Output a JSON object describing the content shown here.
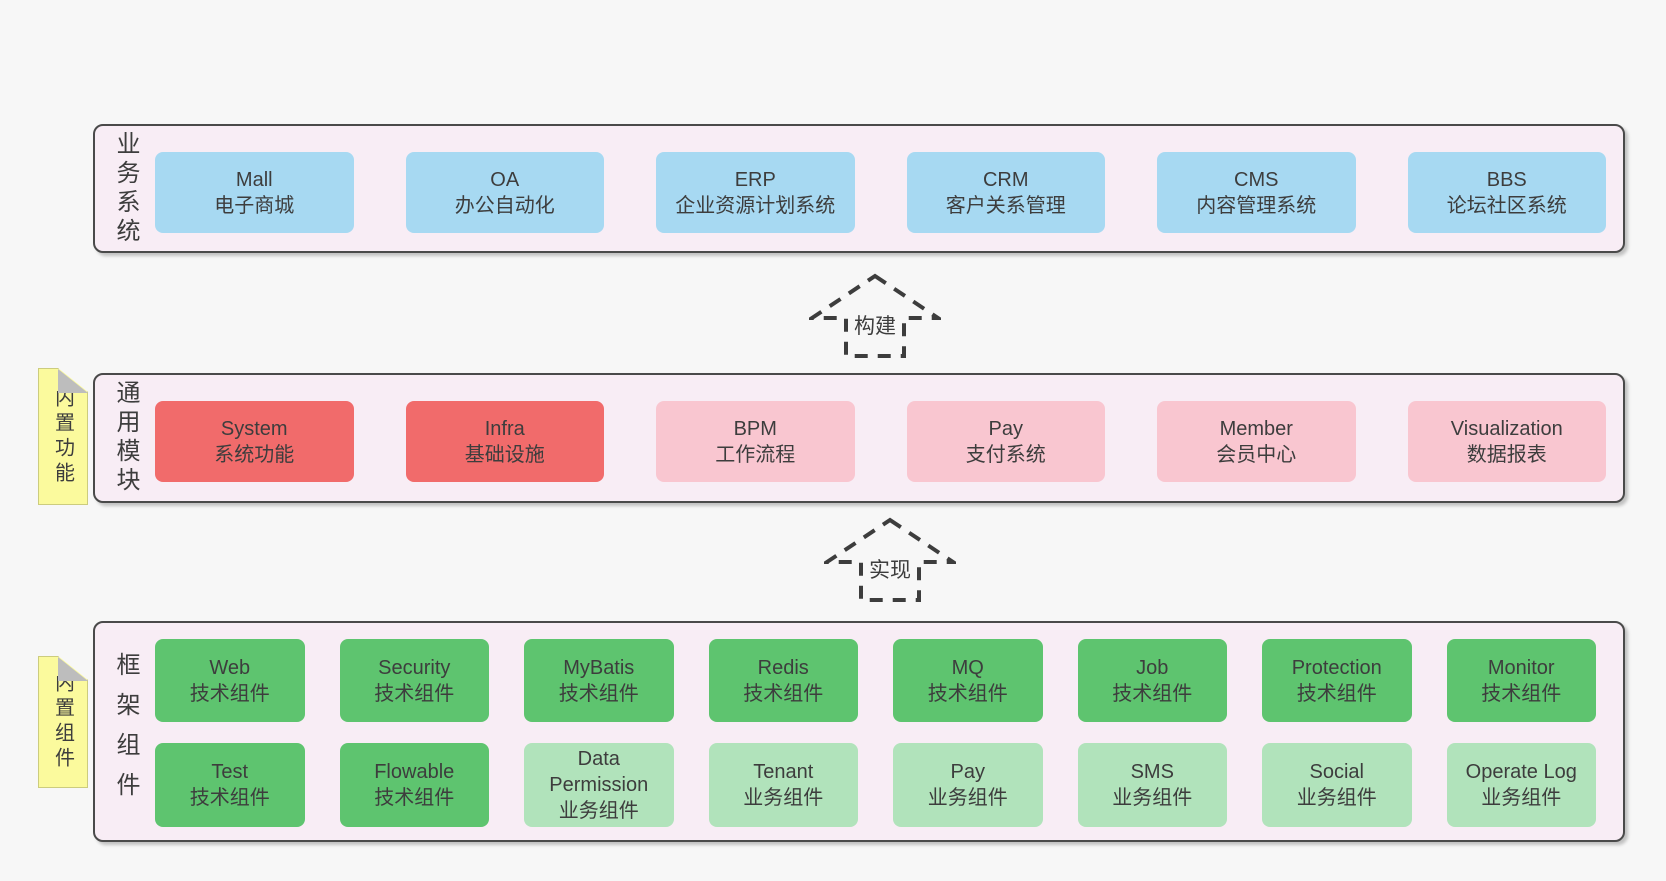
{
  "palette": {
    "page_background": "#f7f7f7",
    "container_background": "#f8edf5",
    "container_border": "#4a4a4a",
    "business_box": "#a7d9f2",
    "core_module_box": "#f16b6b",
    "optional_module_box": "#f9c6d0",
    "tech_component_box": "#5ec46f",
    "biz_component_box": "#b1e3bb",
    "note_yellow": "#fbfa9d",
    "text": "#3d3d3d"
  },
  "arrows": [
    {
      "label": "构建"
    },
    {
      "label": "实现"
    }
  ],
  "layers": {
    "business": {
      "side_label": "业务系统",
      "boxes": [
        {
          "en": "Mall",
          "zh": "电子商城"
        },
        {
          "en": "OA",
          "zh": "办公自动化"
        },
        {
          "en": "ERP",
          "zh": "企业资源计划系统"
        },
        {
          "en": "CRM",
          "zh": "客户关系管理"
        },
        {
          "en": "CMS",
          "zh": "内容管理系统"
        },
        {
          "en": "BBS",
          "zh": "论坛社区系统"
        }
      ]
    },
    "modules": {
      "side_label": "通用模块",
      "note": "内置功能",
      "boxes": [
        {
          "en": "System",
          "zh": "系统功能"
        },
        {
          "en": "Infra",
          "zh": "基础设施"
        },
        {
          "en": "BPM",
          "zh": "工作流程"
        },
        {
          "en": "Pay",
          "zh": "支付系统"
        },
        {
          "en": "Member",
          "zh": "会员中心"
        },
        {
          "en": "Visualization",
          "zh": "数据报表"
        }
      ]
    },
    "components": {
      "side_label": "框架组件",
      "note": "内置组件",
      "row1": [
        {
          "en": "Web",
          "zh": "技术组件"
        },
        {
          "en": "Security",
          "zh": "技术组件"
        },
        {
          "en": "MyBatis",
          "zh": "技术组件"
        },
        {
          "en": "Redis",
          "zh": "技术组件"
        },
        {
          "en": "MQ",
          "zh": "技术组件"
        },
        {
          "en": "Job",
          "zh": "技术组件"
        },
        {
          "en": "Protection",
          "zh": "技术组件"
        },
        {
          "en": "Monitor",
          "zh": "技术组件"
        }
      ],
      "row2": [
        {
          "en": "Test",
          "zh": "技术组件"
        },
        {
          "en": "Flowable",
          "zh": "技术组件"
        },
        {
          "en": "Data Permission",
          "zh": "业务组件"
        },
        {
          "en": "Tenant",
          "zh": "业务组件"
        },
        {
          "en": "Pay",
          "zh": "业务组件"
        },
        {
          "en": "SMS",
          "zh": "业务组件"
        },
        {
          "en": "Social",
          "zh": "业务组件"
        },
        {
          "en": "Operate Log",
          "zh": "业务组件"
        }
      ]
    }
  }
}
